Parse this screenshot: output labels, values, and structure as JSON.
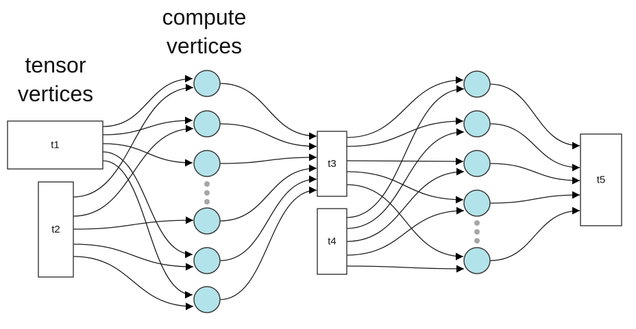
{
  "labels": {
    "tensor_vertices": "tensor\nvertices",
    "compute_vertices": "compute\nvertices"
  },
  "colors": {
    "compute_fill": "#b3e3ea",
    "ellipsis_dot": "#a6a6a6"
  },
  "tensors": [
    {
      "id": "t1",
      "label": "t1"
    },
    {
      "id": "t2",
      "label": "t2"
    },
    {
      "id": "t3",
      "label": "t3"
    },
    {
      "id": "t4",
      "label": "t4"
    },
    {
      "id": "t5",
      "label": "t5"
    }
  ],
  "compute_layers": [
    {
      "id": "c",
      "nodes": [
        "c1",
        "c2",
        "c3",
        "c4",
        "c5",
        "c6"
      ],
      "ellipsis_after": "c3"
    },
    {
      "id": "d",
      "nodes": [
        "d1",
        "d2",
        "d3",
        "d4",
        "d5"
      ],
      "ellipsis_after": "d4"
    }
  ],
  "edges": [
    [
      "t1",
      "c1"
    ],
    [
      "t1",
      "c2"
    ],
    [
      "t1",
      "c3"
    ],
    [
      "t1",
      "c5"
    ],
    [
      "t1",
      "c6"
    ],
    [
      "t2",
      "c1"
    ],
    [
      "t2",
      "c2"
    ],
    [
      "t2",
      "c4"
    ],
    [
      "t2",
      "c5"
    ],
    [
      "t2",
      "c6"
    ],
    [
      "c1",
      "t3"
    ],
    [
      "c2",
      "t3"
    ],
    [
      "c3",
      "t3"
    ],
    [
      "c4",
      "t3"
    ],
    [
      "c5",
      "t3"
    ],
    [
      "c6",
      "t3"
    ],
    [
      "t3",
      "d1"
    ],
    [
      "t3",
      "d2"
    ],
    [
      "t3",
      "d3"
    ],
    [
      "t3",
      "d4"
    ],
    [
      "t3",
      "d5"
    ],
    [
      "t4",
      "d1"
    ],
    [
      "t4",
      "d2"
    ],
    [
      "t4",
      "d3"
    ],
    [
      "t4",
      "d4"
    ],
    [
      "t4",
      "d5"
    ],
    [
      "d1",
      "t5"
    ],
    [
      "d2",
      "t5"
    ],
    [
      "d3",
      "t5"
    ],
    [
      "d4",
      "t5"
    ],
    [
      "d5",
      "t5"
    ]
  ]
}
